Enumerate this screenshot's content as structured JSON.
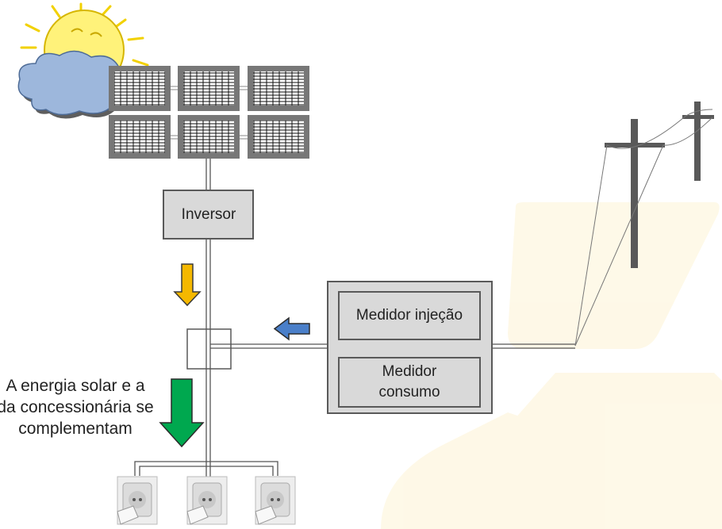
{
  "inverter": {
    "label": "Inversor"
  },
  "meters": {
    "injection_label": "Medidor injeção",
    "consumption_label_line1": "Medidor",
    "consumption_label_line2": "consumo"
  },
  "caption": {
    "line1": "A energia solar e a",
    "line2": "da concessionária se",
    "line3": "complementam"
  },
  "colors": {
    "solar_flow_arrow": "#f5b800",
    "grid_flow_arrow": "#4a7fc9",
    "consumption_arrow": "#00a84f",
    "box_fill": "#d9d9d9",
    "box_border": "#595959",
    "sun": "#fff27a",
    "cloud": "#9db7dc"
  },
  "icons": [
    "sun-icon",
    "cloud-icon",
    "solar-panel-icon",
    "utility-pole-icon",
    "power-outlet-icon"
  ]
}
